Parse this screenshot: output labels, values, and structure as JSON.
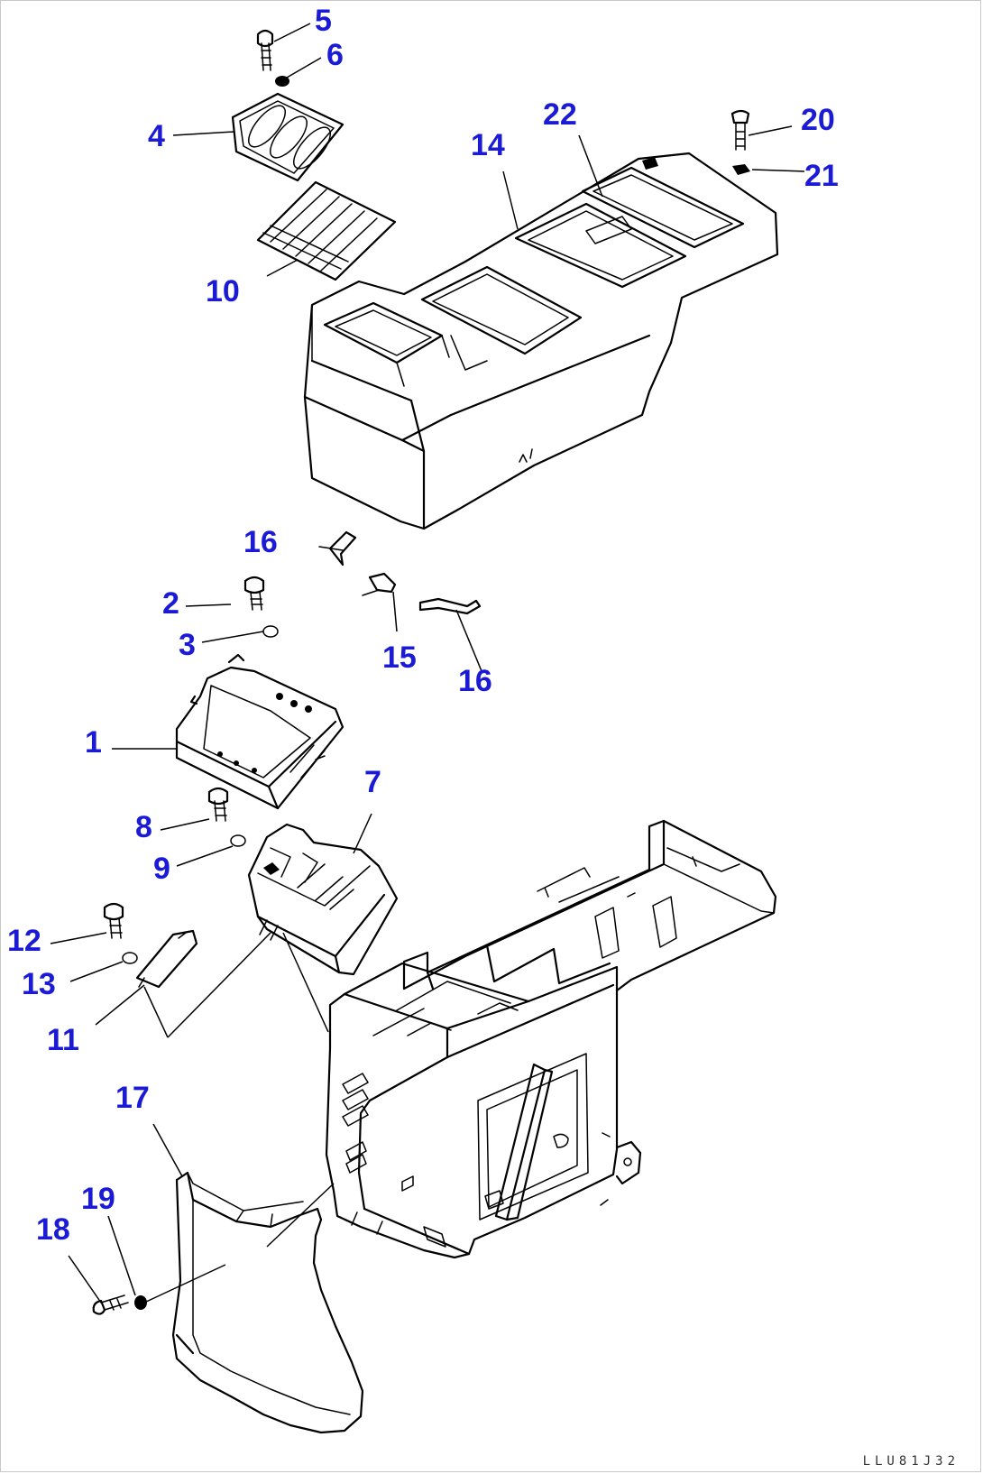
{
  "colors": {
    "callout": "#1b1bd6",
    "line": "#000000",
    "background": "#ffffff",
    "code": "#333333"
  },
  "drawing_code": "LLU81J32",
  "callouts": [
    {
      "id": "c5",
      "text": "5"
    },
    {
      "id": "c6",
      "text": "6"
    },
    {
      "id": "c4",
      "text": "4"
    },
    {
      "id": "c10",
      "text": "10"
    },
    {
      "id": "c22",
      "text": "22"
    },
    {
      "id": "c14",
      "text": "14"
    },
    {
      "id": "c20",
      "text": "20"
    },
    {
      "id": "c21",
      "text": "21"
    },
    {
      "id": "c16a",
      "text": "16"
    },
    {
      "id": "c2",
      "text": "2"
    },
    {
      "id": "c3",
      "text": "3"
    },
    {
      "id": "c15",
      "text": "15"
    },
    {
      "id": "c16b",
      "text": "16"
    },
    {
      "id": "c1",
      "text": "1"
    },
    {
      "id": "c7",
      "text": "7"
    },
    {
      "id": "c8",
      "text": "8"
    },
    {
      "id": "c9",
      "text": "9"
    },
    {
      "id": "c12",
      "text": "12"
    },
    {
      "id": "c13",
      "text": "13"
    },
    {
      "id": "c11",
      "text": "11"
    },
    {
      "id": "c17",
      "text": "17"
    },
    {
      "id": "c19",
      "text": "19"
    },
    {
      "id": "c18",
      "text": "18"
    }
  ]
}
